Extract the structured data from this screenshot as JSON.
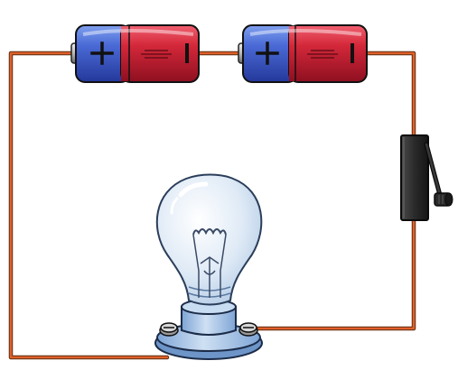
{
  "diagram": {
    "components": [
      {
        "kind": "battery",
        "positive_symbol": "+",
        "negative_symbol": "|"
      },
      {
        "kind": "battery",
        "positive_symbol": "+",
        "negative_symbol": "|"
      },
      {
        "kind": "switch",
        "state": "open"
      },
      {
        "kind": "light-bulb",
        "state": "off"
      }
    ],
    "colors": {
      "wire": "#e0602a",
      "wire_outline": "#5a2a10",
      "battery_positive": "#3f5fc8",
      "battery_negative": "#d0283a",
      "switch_body": "#2a2a2a",
      "bulb_glass": "#dce9f6",
      "bulb_base": "#9fc0e4"
    }
  }
}
